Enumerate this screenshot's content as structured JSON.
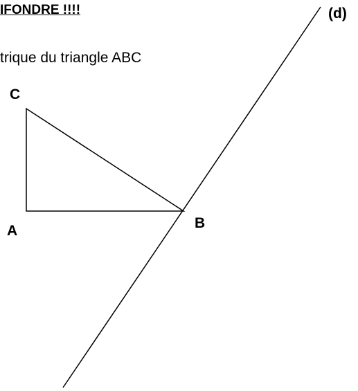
{
  "header": {
    "title": "IFONDRE  !!!!",
    "instruction": "trique du triangle ABC"
  },
  "figure": {
    "points": {
      "A": "A",
      "B": "B",
      "C": "C"
    },
    "line_label": "(d)",
    "stroke_color": "#000000"
  }
}
